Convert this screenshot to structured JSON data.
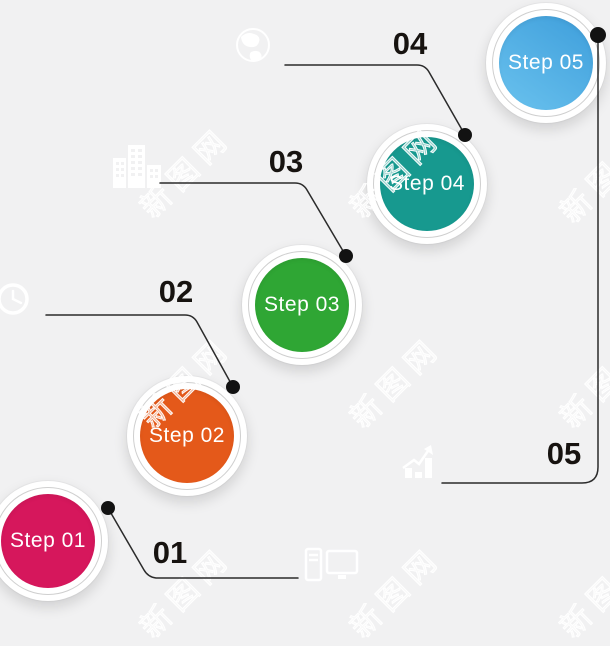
{
  "background_color": "#f1f1f2",
  "watermark": {
    "text": "新图网"
  },
  "steps": [
    {
      "number_label": "01",
      "circle_label": "Step 01",
      "color": "#d6175c"
    },
    {
      "number_label": "02",
      "circle_label": "Step 02",
      "color": "#e4591a"
    },
    {
      "number_label": "03",
      "circle_label": "Step 03",
      "color": "#2fa634"
    },
    {
      "number_label": "04",
      "circle_label": "Step 04",
      "color": "#17998f"
    },
    {
      "number_label": "05",
      "circle_label": "Step 05",
      "color": "#3e9edb",
      "color2": "#6ac2ee"
    }
  ],
  "connector": {
    "line_color": "#2b2b2b",
    "dot_color": "#121212"
  },
  "icons": [
    {
      "name": "globe-icon"
    },
    {
      "name": "buildings-icon"
    },
    {
      "name": "clock-icon"
    },
    {
      "name": "bar-chart-icon"
    },
    {
      "name": "computer-icon"
    }
  ],
  "icon_color": "#ffffff"
}
